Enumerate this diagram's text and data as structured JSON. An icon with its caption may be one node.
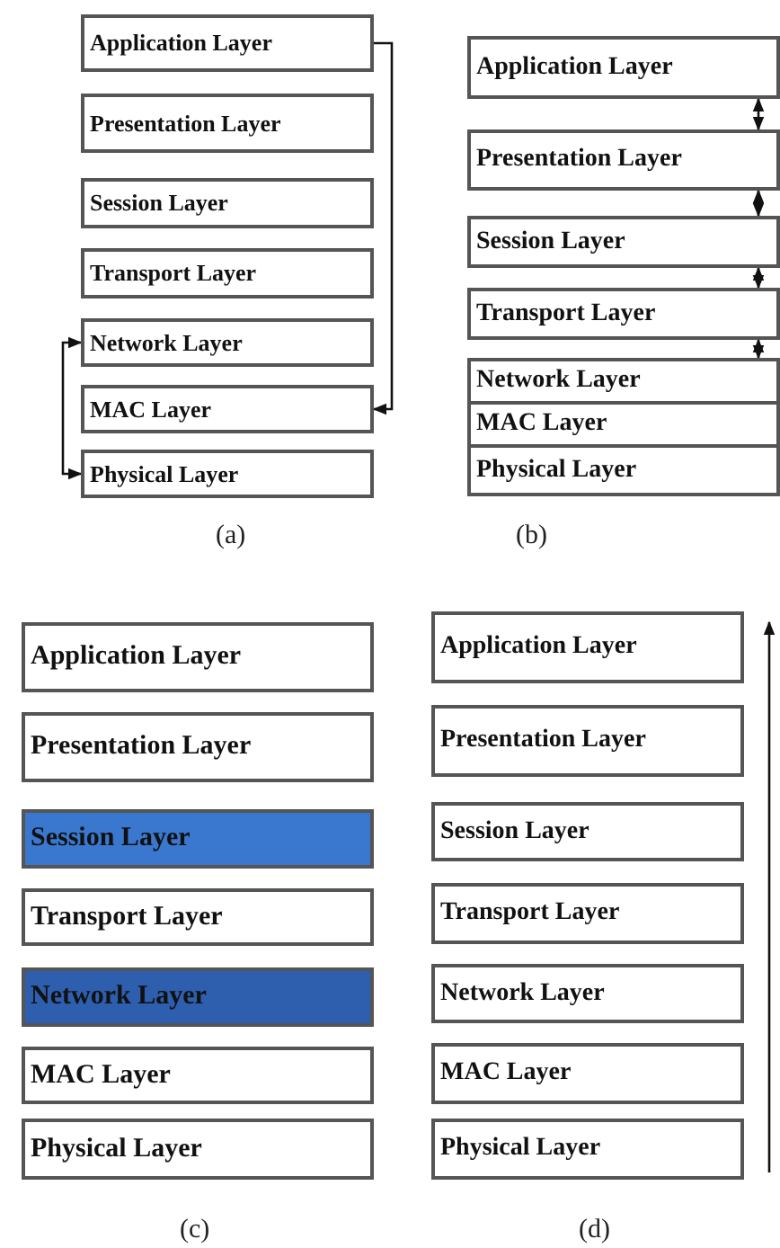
{
  "diagram": {
    "nodes": [
      {
        "text": [
          "Application Layer"
        ]
      },
      {
        "text": [
          "Presentation Layer"
        ]
      },
      {
        "text": [
          "Session Layer"
        ]
      },
      {
        "text": [
          "Transport Layer"
        ]
      },
      {
        "text": [
          "Network Layer"
        ]
      },
      {
        "text": [
          "MAC Layer"
        ]
      },
      {
        "text": [
          "Physical Layer"
        ]
      },
      {
        "text": [
          "Application Layer"
        ]
      },
      {
        "text": [
          "Presentation Layer"
        ]
      },
      {
        "text": [
          "Session Layer"
        ]
      },
      {
        "text": [
          "Transport Layer"
        ]
      },
      {
        "text": [
          "Network Layer"
        ]
      },
      {
        "text": [
          "MAC Layer"
        ]
      },
      {
        "text": [
          "Physical Layer"
        ]
      },
      {
        "text": [
          "Application Layer"
        ]
      },
      {
        "text": [
          "Presentation Layer"
        ]
      },
      {
        "text": [
          "Session Layer"
        ]
      },
      {
        "text": [
          "Transport Layer"
        ]
      },
      {
        "text": [
          "Network Layer"
        ]
      },
      {
        "text": [
          "MAC Layer"
        ]
      },
      {
        "text": [
          "Physical Layer"
        ]
      },
      {
        "text": [
          "Application Layer"
        ]
      },
      {
        "text": [
          "Presentation Layer"
        ]
      },
      {
        "text": [
          "Session Layer"
        ]
      },
      {
        "text": [
          "Transport Layer"
        ]
      },
      {
        "text": [
          "Network Layer"
        ]
      },
      {
        "text": [
          "MAC Layer"
        ]
      },
      {
        "text": [
          "Physical Layer"
        ]
      }
    ],
    "edges": [
      {
        "from": 0,
        "to": 5,
        "arrow": "to"
      },
      {
        "from": 4,
        "to": 6,
        "arrow": "both"
      },
      {
        "from": 7,
        "to": 8,
        "arrow": "both"
      },
      {
        "from": 8,
        "to": 9,
        "arrow": "both"
      },
      {
        "from": 9,
        "to": 10,
        "arrow": "both"
      },
      {
        "from": 10,
        "to": 11,
        "arrow": "both"
      }
    ],
    "labels": [
      "(a)",
      "(b)",
      "(c)",
      "(d)"
    ]
  }
}
